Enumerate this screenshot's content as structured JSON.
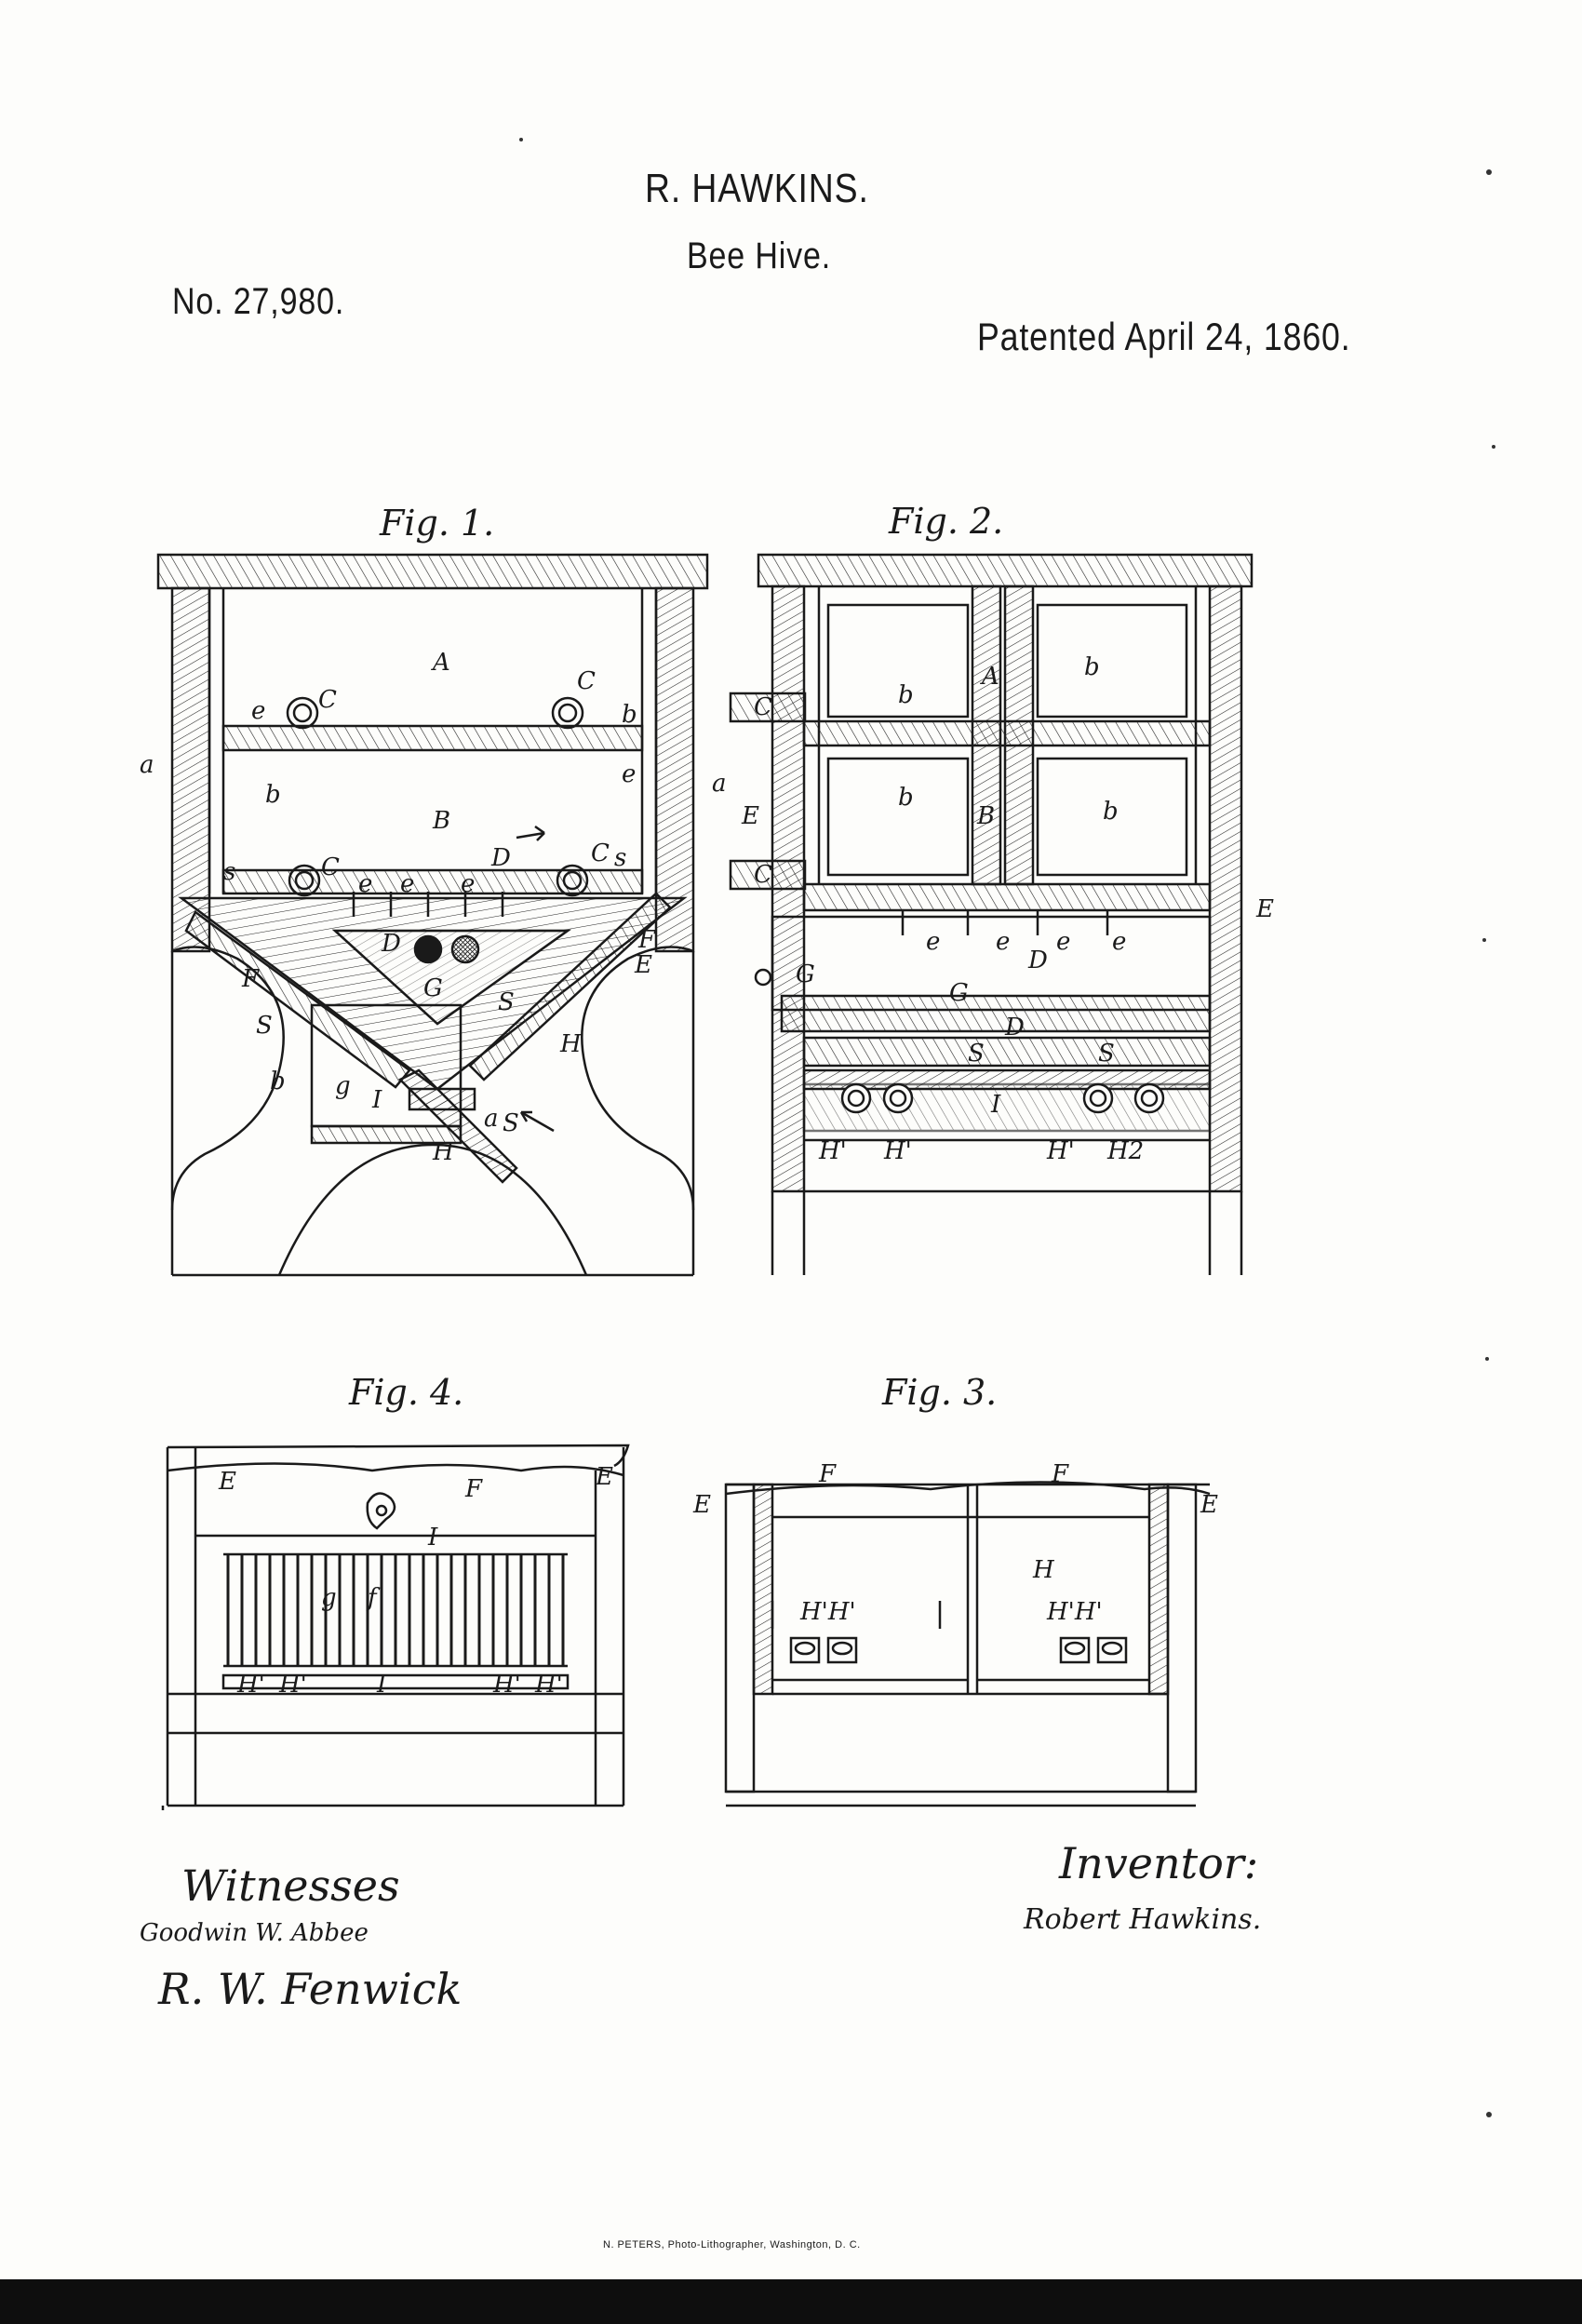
{
  "header": {
    "inventor_name": "R. HAWKINS.",
    "invention": "Bee Hive.",
    "patent_number": "No. 27,980.",
    "patent_date": "Patented April 24, 1860."
  },
  "figures": {
    "fig1": "Fig. 1.",
    "fig2": "Fig. 2.",
    "fig3": "Fig. 3.",
    "fig4": "Fig. 4."
  },
  "labels": {
    "fig1": [
      "A",
      "C",
      "C",
      "e",
      "b",
      "b",
      "e",
      "a",
      "a",
      "B",
      "D",
      "C",
      "C",
      "s",
      "s",
      "e",
      "e",
      "e",
      "F",
      "E",
      "F",
      "D",
      "G",
      "S",
      "H",
      "S",
      "I",
      "g",
      "H",
      "b",
      "a",
      "S"
    ],
    "fig2": [
      "b",
      "A",
      "b",
      "b",
      "B",
      "b",
      "C",
      "C",
      "E",
      "E",
      "e",
      "e",
      "D",
      "e",
      "e",
      "G",
      "D",
      "S",
      "S",
      "I",
      "H'",
      "H'",
      "H'",
      "H2"
    ],
    "fig3": [
      "F",
      "F",
      "E",
      "E",
      "H",
      "H'H'",
      "H'H'"
    ],
    "fig4": [
      "E",
      "F",
      "E",
      "I",
      "g",
      "f",
      "H'",
      "H'",
      "I",
      "H'",
      "H'"
    ]
  },
  "signatures": {
    "witnesses_label": "Witnesses",
    "witness_1": "Goodwin W. Abbee",
    "witness_2": "R. W. Fenwick",
    "inventor_label": "Inventor:",
    "inventor_signature": "Robert Hawkins."
  },
  "footer": {
    "printer": "N. PETERS, Photo-Lithographer, Washington, D. C."
  }
}
